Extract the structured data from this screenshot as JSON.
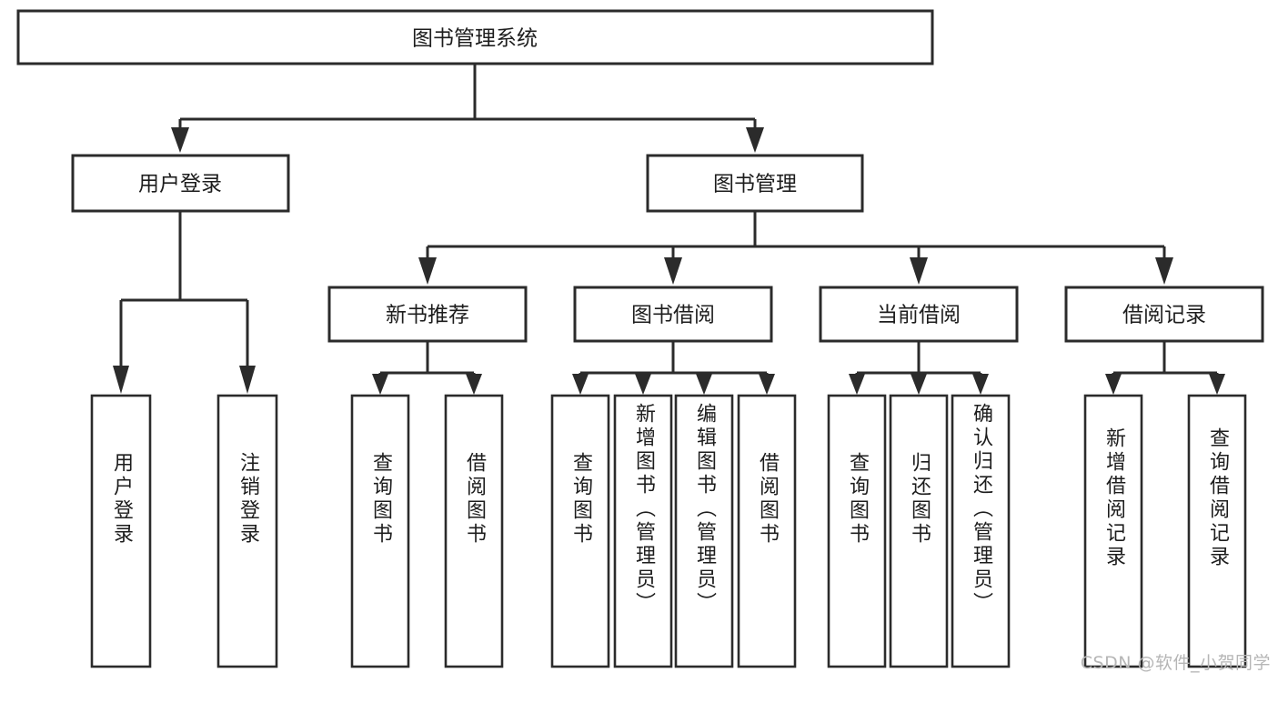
{
  "diagram": {
    "title": "图书管理系统",
    "type": "tree-hierarchy",
    "watermark": "CSDN @软件_小贺同学",
    "colors": {
      "stroke": "#2b2b2b",
      "fill": "#ffffff",
      "text": "#1d1d1d",
      "watermark": "#b6b6b6"
    },
    "root": {
      "label": "图书管理系统",
      "orientation": "horizontal"
    },
    "level2": [
      {
        "label": "用户登录",
        "orientation": "horizontal"
      },
      {
        "label": "图书管理",
        "orientation": "horizontal"
      }
    ],
    "level3": [
      {
        "label": "新书推荐",
        "orientation": "horizontal",
        "parent": "图书管理"
      },
      {
        "label": "图书借阅",
        "orientation": "horizontal",
        "parent": "图书管理"
      },
      {
        "label": "当前借阅",
        "orientation": "horizontal",
        "parent": "图书管理"
      },
      {
        "label": "借阅记录",
        "orientation": "horizontal",
        "parent": "图书管理"
      }
    ],
    "leaves": {
      "用户登录": [
        {
          "label": "用户登录",
          "orientation": "vertical"
        },
        {
          "label": "注销登录",
          "orientation": "vertical"
        }
      ],
      "新书推荐": [
        {
          "label": "查询图书",
          "orientation": "vertical"
        },
        {
          "label": "借阅图书",
          "orientation": "vertical"
        }
      ],
      "图书借阅": [
        {
          "label": "查询图书",
          "orientation": "vertical"
        },
        {
          "label": "新增图书（管理员）",
          "orientation": "vertical"
        },
        {
          "label": "编辑图书（管理员）",
          "orientation": "vertical"
        },
        {
          "label": "借阅图书",
          "orientation": "vertical"
        }
      ],
      "当前借阅": [
        {
          "label": "查询图书",
          "orientation": "vertical"
        },
        {
          "label": "归还图书",
          "orientation": "vertical"
        },
        {
          "label": "确认归还（管理员）",
          "orientation": "vertical"
        }
      ],
      "借阅记录": [
        {
          "label": "新增借阅记录",
          "orientation": "vertical"
        },
        {
          "label": "查询借阅记录",
          "orientation": "vertical"
        }
      ]
    }
  }
}
